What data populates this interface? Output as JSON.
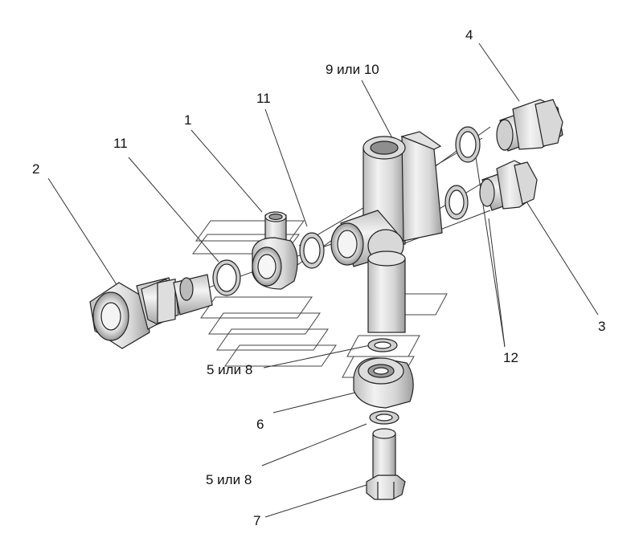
{
  "callouts": [
    {
      "id": "c1",
      "label": "1"
    },
    {
      "id": "c2",
      "label": "2"
    },
    {
      "id": "c3",
      "label": "3"
    },
    {
      "id": "c4",
      "label": "4"
    },
    {
      "id": "c5a",
      "label": "5 или 8"
    },
    {
      "id": "c5b",
      "label": "5 или 8"
    },
    {
      "id": "c6",
      "label": "6"
    },
    {
      "id": "c7",
      "label": "7"
    },
    {
      "id": "c9",
      "label": "9 или 10"
    },
    {
      "id": "c11a",
      "label": "11"
    },
    {
      "id": "c11b",
      "label": "11"
    },
    {
      "id": "c12",
      "label": "12"
    }
  ],
  "colors": {
    "line": "#222222",
    "shade_light": "#e6e6e6",
    "shade_mid": "#cfcfcf",
    "shade_dark": "#a8a8a8"
  }
}
